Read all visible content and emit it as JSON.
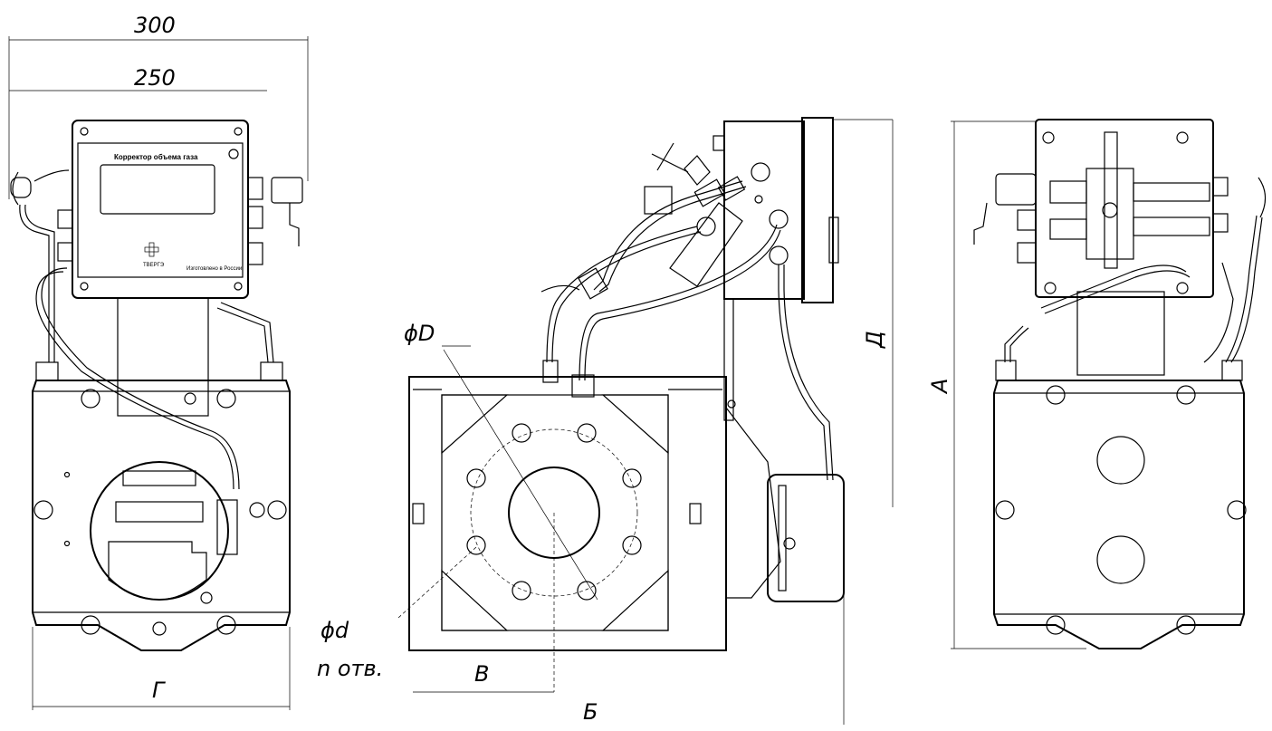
{
  "dimensions": {
    "width_300": "300",
    "width_250": "250",
    "g_label": "Г",
    "phi_D": "ϕD",
    "phi_d": "ϕd",
    "n_holes": "n отв.",
    "v_label": "В",
    "b_label": "Б",
    "d_label": "Д",
    "a_label": "А"
  },
  "device": {
    "panel_title": "Корректор объема газа",
    "brand": "TBEPГЭ",
    "made_in": "Изготовлено в России"
  }
}
